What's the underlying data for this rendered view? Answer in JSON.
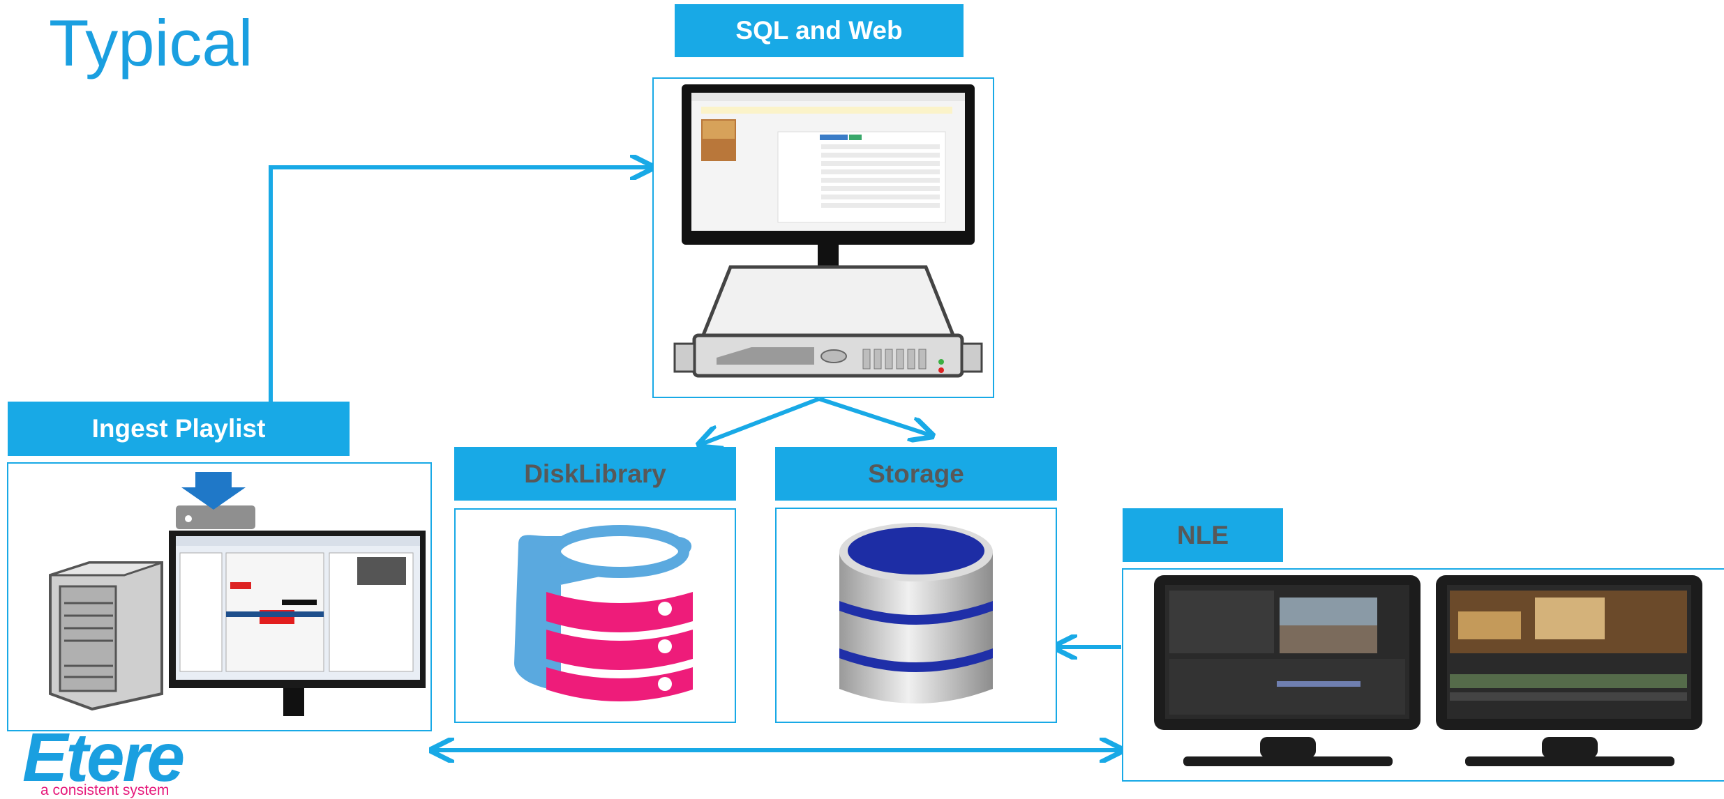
{
  "page": {
    "title": "Typical"
  },
  "nodes": {
    "sql_web": {
      "label": "SQL and Web"
    },
    "ingest": {
      "label": "Ingest Playlist"
    },
    "disklibrary": {
      "label": "DiskLibrary"
    },
    "storage": {
      "label": "Storage"
    },
    "nle": {
      "label": "NLE"
    }
  },
  "brand": {
    "name": "Etere",
    "tagline": "a consistent system"
  },
  "colors": {
    "accent": "#18a9e6",
    "brand_pink": "#e6177a",
    "label_grey": "#585858"
  },
  "icons": [
    "server-icon",
    "monitor-icon",
    "desktop-tower-icon",
    "download-icon",
    "database-icon",
    "nle-monitor-icon"
  ]
}
